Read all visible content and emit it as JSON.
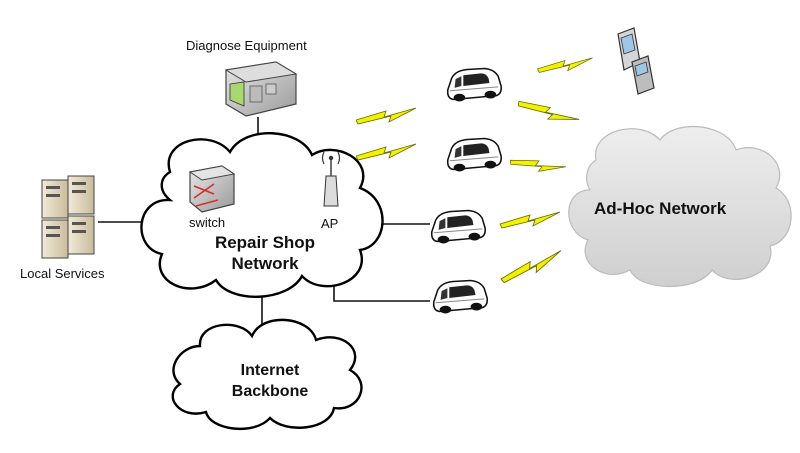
{
  "labels": {
    "diagnose_equipment": "Diagnose Equipment",
    "local_services": "Local Services",
    "switch": "switch",
    "ap": "AP",
    "repair_shop_line1": "Repair Shop",
    "repair_shop_line2": "Network",
    "internet_line1": "Internet",
    "internet_line2": "Backbone",
    "adhoc": "Ad-Hoc Network"
  },
  "colors": {
    "line": "#111111",
    "cloud_outline": "#000000",
    "cloud_fill": "#ffffff",
    "adhoc_cloud_fill": "#d9d9d9",
    "lightning": "#f2f200",
    "car_body": "#ffffff",
    "device_body": "#c8c8c8",
    "device_screen": "#a9d86e",
    "switch_accent": "#d23030"
  },
  "icons": [
    "server-icon",
    "diagnose-device-icon",
    "switch-icon",
    "antenna-icon",
    "car-icon",
    "pda-phone-icon",
    "lightning-icon"
  ]
}
